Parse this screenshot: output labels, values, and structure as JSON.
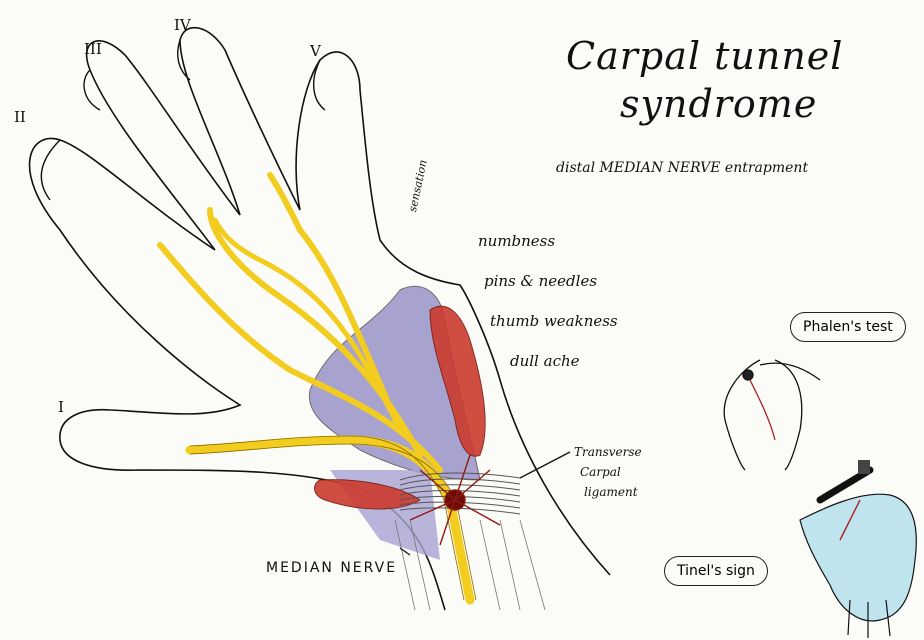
{
  "title": {
    "line1": "Carpal tunnel",
    "line2": "syndrome"
  },
  "subtitle": "distal MEDIAN NERVE entrapment",
  "symptoms": [
    "numbness",
    "pins & needles",
    "thumb weakness",
    "dull ache"
  ],
  "digits": {
    "thumb": "I",
    "index": "II",
    "middle": "III",
    "ring": "IV",
    "little": "V"
  },
  "hand_side_label": "sensation",
  "ligament_label": {
    "line1": "Transverse",
    "line2": "Carpal",
    "line3": "ligament"
  },
  "nerve_label": "MEDIAN NERVE",
  "tests": {
    "phalen": "Phalen's test",
    "tinel": "Tinel's sign"
  },
  "colors": {
    "nerve": "#f2cc1e",
    "muscle": "#cc3b2e",
    "tissue": "#9a93c8",
    "ligament": "#555555",
    "tinel_hand": "#bfe4ee"
  }
}
